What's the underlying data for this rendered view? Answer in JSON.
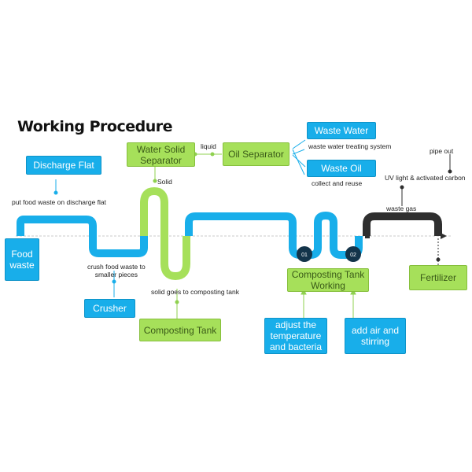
{
  "title": "Working Procedure",
  "boxes": {
    "food_waste": "Food\nwaste",
    "discharge_flat": "Discharge Flat",
    "crusher": "Crusher",
    "water_solid_separator": "Water Solid\nSeparator",
    "oil_separator": "Oil Separator",
    "waste_water": "Waste Water",
    "waste_oil": "Waste Oil",
    "composting_tank": "Composting Tank",
    "composting_tank_working": "Composting Tank\nWorking",
    "adjust": "adjust the\ntemperature\nand bacteria",
    "add_air": "add air and\nstirring",
    "fertilizer": "Fertilizer"
  },
  "labels": {
    "put_food_waste": "put food waste on discharge flat",
    "crush": "crush food waste to\nsmaller pieces",
    "solid": "Solid",
    "liquid": "liquid",
    "waste_water_system": "waste water treating system",
    "collect_reuse": "collect and reuse",
    "solid_goes": "solid goes to composting tank",
    "uv_light": "UV light & activated carbon",
    "pipe_out": "pipe out",
    "waste_gas": "waste gas"
  },
  "markers": {
    "m01": "01",
    "m02": "02"
  },
  "colors": {
    "pipe_blue": "#18aeea",
    "pipe_green": "#a6e05a",
    "pipe_dark": "#2f2f2f",
    "connector_blue": "#18aeea",
    "connector_green": "#8fd14f",
    "marker_dark": "#13344a"
  }
}
